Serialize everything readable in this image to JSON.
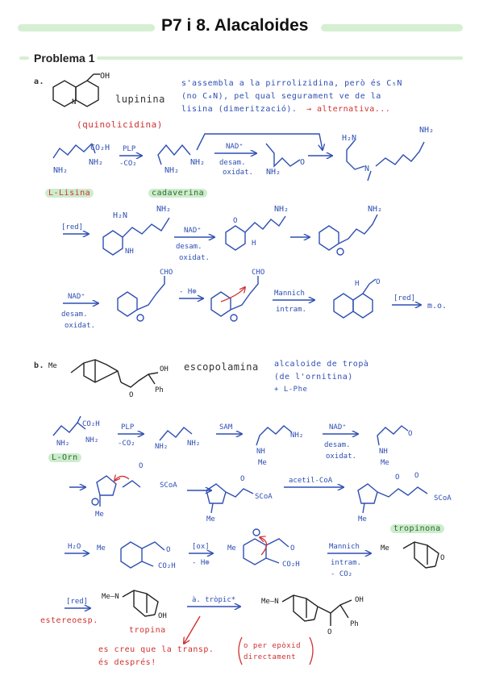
{
  "header": {
    "title": "P7 i 8. Alacaloides"
  },
  "section": {
    "title": "Problema 1"
  },
  "part_a": {
    "label": "a.",
    "compound": "lupinina",
    "class": "(quinolicidina)",
    "note_line1": "s'assembla a la pirrolizidina, però és C₅N",
    "note_line2": "(no C₄N), pel qual segurament ve de la",
    "note_line3": "lisina (dimerització).",
    "alt": "→ alternativa...",
    "oh": "OH",
    "start": "L-Lisina",
    "cad": "cadaverina",
    "plp": "PLP",
    "minus_co2": "-CO₂",
    "nad": "NAD⁺",
    "desam": "desam.",
    "oxidat": "oxidat.",
    "red": "[red]",
    "minus_h": "- H⊕",
    "mannich": "Mannich",
    "intram": "intram.",
    "mo": "m.o.",
    "co2h": "CO₂H",
    "nh2": "NH₂",
    "h2n": "H₂N",
    "cho": "CHO",
    "o": "O",
    "h": "H",
    "n": "N"
  },
  "part_b": {
    "label": "b.",
    "compound": "escopolamina",
    "note_line1": "alcaloide de tropà",
    "note_line2": "(de l'ornitina)",
    "note_line3": "+ L-Phe",
    "start": "L-Orn",
    "plp": "PLP",
    "minus_co2": "-CO₂",
    "sam": "SAM",
    "nad": "NAD⁺",
    "desam": "desam.",
    "oxidat": "oxidat.",
    "scoa": "SCoA",
    "acetil": "acetil-CoA",
    "tropinona": "tropinona",
    "h2o": "H₂O",
    "ox": "[ox]",
    "minus_h": "- H⊕",
    "mannich": "Mannich",
    "intram": "intram.",
    "minus_co2b": "- CO₂",
    "red": "[red]",
    "estereo": "estereoesp.",
    "tropina": "tropina",
    "atropic": "à. tròpic*",
    "transp1": "es creu que la transp.",
    "transp2": "és després!",
    "epox1": "o per epòxid",
    "epox2": "directament",
    "me": "Me",
    "meN": "Me—N",
    "co2h": "CO₂H",
    "oh": "OH",
    "ph": "Ph",
    "nh": "NH",
    "nh2": "NH₂",
    "o": "O"
  },
  "colors": {
    "ink": "#2f4fb3",
    "red": "#d03131",
    "highlight": "#cdeccd",
    "bar": "#d6efd2"
  }
}
